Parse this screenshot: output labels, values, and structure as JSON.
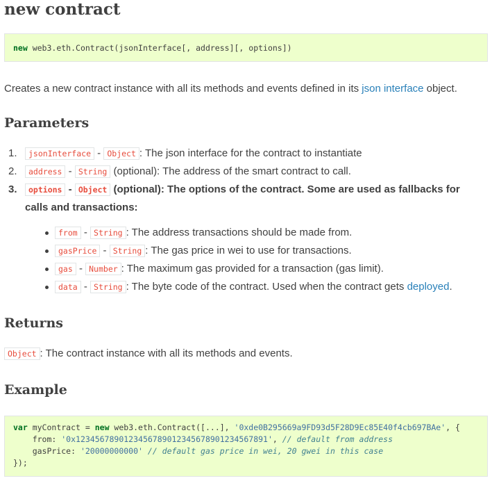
{
  "page": {
    "title": "new contract",
    "signature": {
      "keyword": "new",
      "rest": " web3.eth.Contract(jsonInterface[, address][, options])"
    },
    "description": {
      "before": "Creates a new contract instance with all its methods and events defined in its ",
      "link": "json interface",
      "after": " object."
    }
  },
  "parameters": {
    "heading": "Parameters",
    "items": [
      {
        "num": "1.",
        "name": "jsonInterface",
        "sep": " - ",
        "type": "Object",
        "desc": ": The json interface for the contract to instantiate"
      },
      {
        "num": "2.",
        "name": "address",
        "sep": " - ",
        "type": "String",
        "desc": " (optional): The address of the smart contract to call."
      },
      {
        "num": "3.",
        "name": "options",
        "sep": " - ",
        "type": "Object",
        "desc": " (optional): The options of the contract. Some are used as fallbacks for calls and transactions:"
      }
    ],
    "sub_items": [
      {
        "name": "from",
        "sep": " - ",
        "type": "String",
        "desc": ": The address transactions should be made from."
      },
      {
        "name": "gasPrice",
        "sep": " - ",
        "type": "String",
        "desc": ": The gas price in wei to use for transactions."
      },
      {
        "name": "gas",
        "sep": " - ",
        "type": "Number",
        "desc": ": The maximum gas provided for a transaction (gas limit)."
      },
      {
        "name": "data",
        "sep": " - ",
        "type": "String",
        "desc": ": The byte code of the contract. Used when the contract gets ",
        "link": "deployed",
        "after": "."
      }
    ]
  },
  "returns": {
    "heading": "Returns",
    "type": "Object",
    "desc": ": The contract instance with all its methods and events."
  },
  "example": {
    "heading": "Example",
    "line1": {
      "kw": "var",
      "a": " myContract = ",
      "kw2": "new",
      "b": " web3.eth.Contract([...], ",
      "str": "'0xde0B295669a9FD93d5F28D9Ec85E40f4cb697BAe'",
      "c": ", {"
    },
    "line2": {
      "a": "    from: ",
      "str": "'0x1234567890123456789012345678901234567891'",
      "b": ", ",
      "cmt": "// default from address"
    },
    "line3": {
      "a": "    gasPrice: ",
      "str": "'20000000000'",
      "b": " ",
      "cmt": "// default gas price in wei, 20 gwei in this case"
    },
    "line4": "});"
  },
  "colors": {
    "code_bg": "#eeffcc",
    "link": "#2980b9",
    "literal": "#e74c3c",
    "keyword": "#007020",
    "string": "#4070a0",
    "comment": "#408090"
  }
}
